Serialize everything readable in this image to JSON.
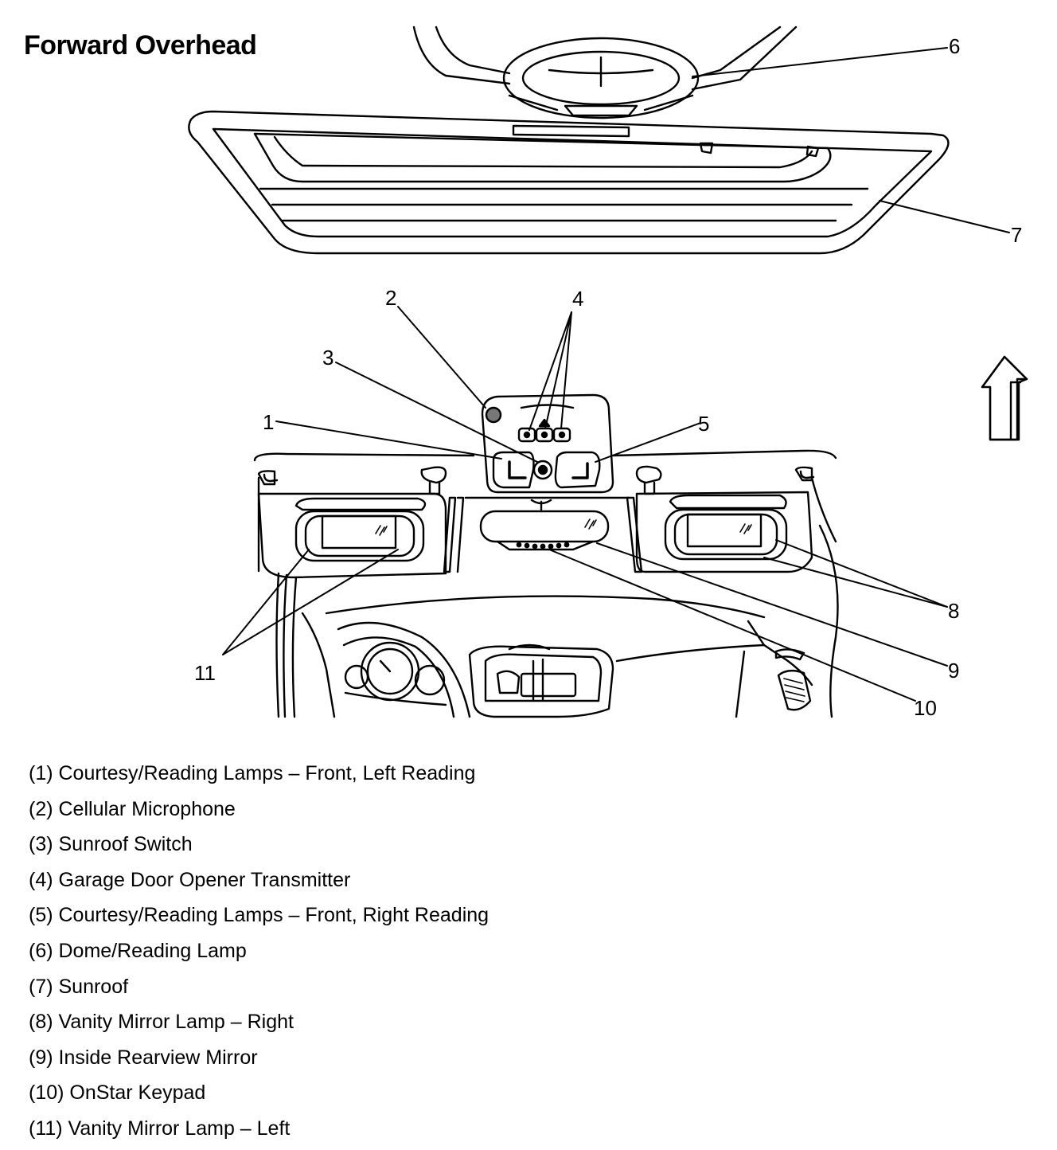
{
  "title": "Forward Overhead",
  "callouts": [
    "1",
    "2",
    "3",
    "4",
    "5",
    "6",
    "7",
    "8",
    "9",
    "10",
    "11"
  ],
  "legend": [
    "(1) Courtesy/Reading Lamps – Front, Left Reading",
    "(2) Cellular Microphone",
    "(3) Sunroof Switch",
    "(4) Garage Door Opener Transmitter",
    "(5) Courtesy/Reading Lamps – Front, Right Reading",
    "(6) Dome/Reading Lamp",
    "(7) Sunroof",
    "(8) Vanity Mirror Lamp – Right",
    "(9) Inside Rearview Mirror",
    "(10) OnStar Keypad",
    "(11) Vanity Mirror Lamp – Left"
  ],
  "icons": {
    "direction": "forward-arrow-icon"
  }
}
